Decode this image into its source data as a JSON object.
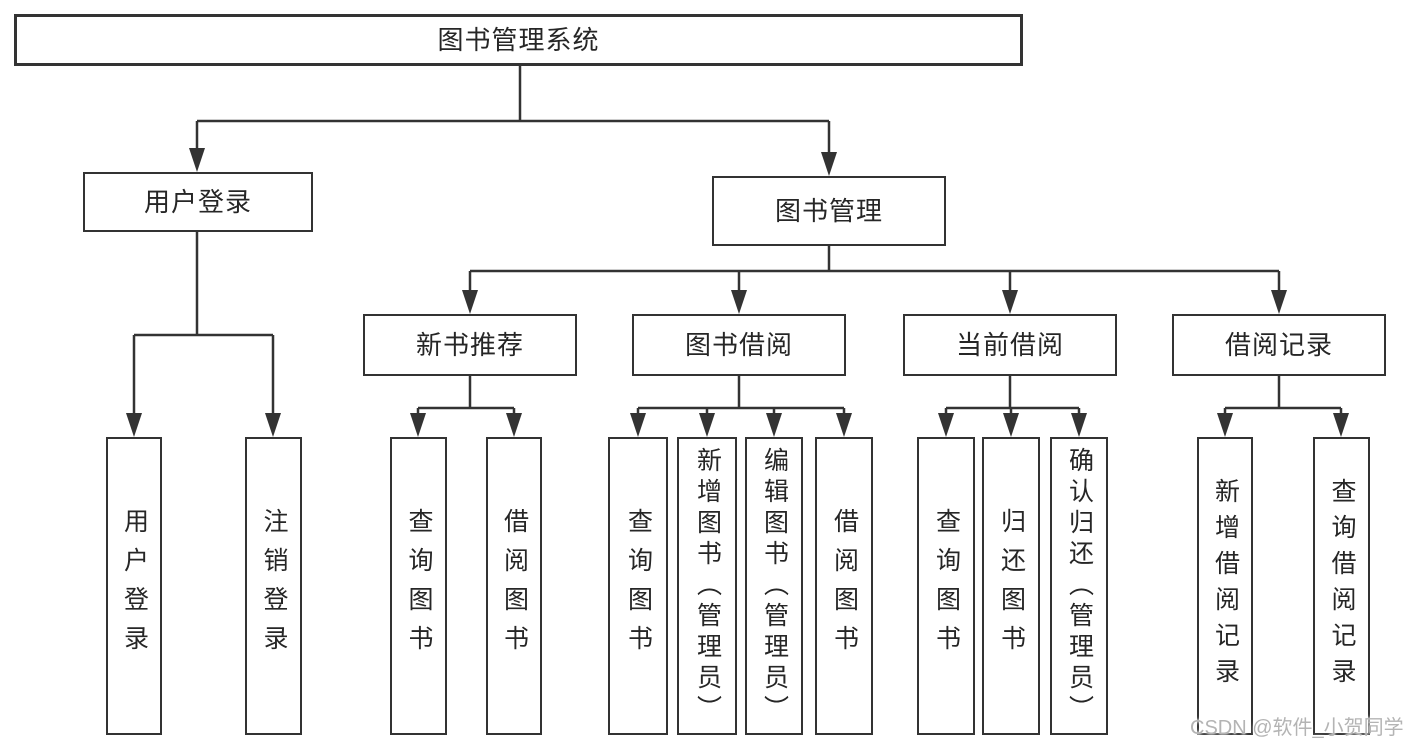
{
  "diagram": {
    "type": "tree",
    "nodes": {
      "root": {
        "label": "图书管理系统"
      },
      "user_login": {
        "label": "用户登录"
      },
      "book_mgmt": {
        "label": "图书管理"
      },
      "new_book_rec": {
        "label": "新书推荐"
      },
      "book_borrow": {
        "label": "图书借阅"
      },
      "current_borrow": {
        "label": "当前借阅"
      },
      "borrow_records": {
        "label": "借阅记录"
      },
      "leaf_user_login": {
        "label": "用户登录"
      },
      "leaf_logout": {
        "label": "注销登录"
      },
      "leaf_query_book_1": {
        "label": "查询图书"
      },
      "leaf_borrow_book_1": {
        "label": "借阅图书"
      },
      "leaf_query_book_2": {
        "label": "查询图书"
      },
      "leaf_add_book": {
        "label": "新增图书（管理员）"
      },
      "leaf_edit_book": {
        "label": "编辑图书（管理员）"
      },
      "leaf_borrow_book_2": {
        "label": "借阅图书"
      },
      "leaf_query_book_3": {
        "label": "查询图书"
      },
      "leaf_return_book": {
        "label": "归还图书"
      },
      "leaf_confirm_return": {
        "label": "确认归还（管理员）"
      },
      "leaf_add_record": {
        "label": "新增借阅记录"
      },
      "leaf_query_record": {
        "label": "查询借阅记录"
      }
    },
    "edges": [
      [
        "root",
        "user_login"
      ],
      [
        "root",
        "book_mgmt"
      ],
      [
        "user_login",
        "leaf_user_login"
      ],
      [
        "user_login",
        "leaf_logout"
      ],
      [
        "book_mgmt",
        "new_book_rec"
      ],
      [
        "book_mgmt",
        "book_borrow"
      ],
      [
        "book_mgmt",
        "current_borrow"
      ],
      [
        "book_mgmt",
        "borrow_records"
      ],
      [
        "new_book_rec",
        "leaf_query_book_1"
      ],
      [
        "new_book_rec",
        "leaf_borrow_book_1"
      ],
      [
        "book_borrow",
        "leaf_query_book_2"
      ],
      [
        "book_borrow",
        "leaf_add_book"
      ],
      [
        "book_borrow",
        "leaf_edit_book"
      ],
      [
        "book_borrow",
        "leaf_borrow_book_2"
      ],
      [
        "current_borrow",
        "leaf_query_book_3"
      ],
      [
        "current_borrow",
        "leaf_return_book"
      ],
      [
        "current_borrow",
        "leaf_confirm_return"
      ],
      [
        "borrow_records",
        "leaf_add_record"
      ],
      [
        "borrow_records",
        "leaf_query_record"
      ]
    ]
  },
  "watermark": {
    "text": "CSDN @软件_小贺同学"
  },
  "colors": {
    "line": "#333333",
    "box_border": "#333333",
    "text": "#262626",
    "watermark": "#b4b4b4",
    "background": "#ffffff"
  }
}
